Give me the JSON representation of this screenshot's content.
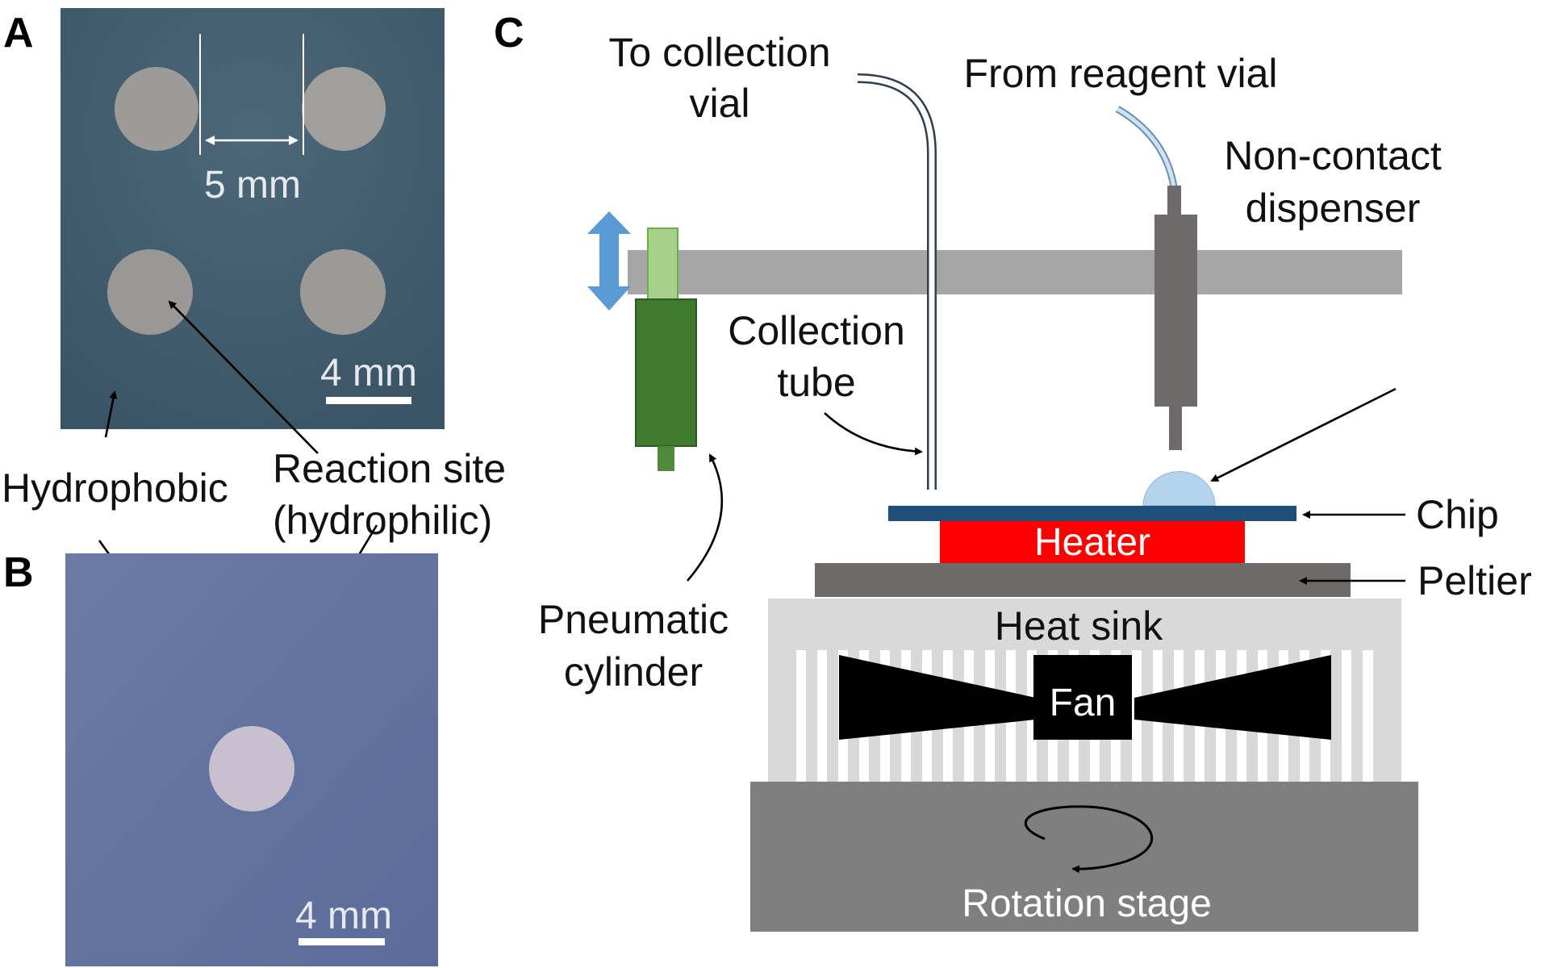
{
  "panels": {
    "a": {
      "letter": "A",
      "spacing_label": "5 mm",
      "scale_label": "4 mm",
      "photo_color": "#3f5b6e"
    },
    "b": {
      "letter": "B",
      "scale_label": "4 mm",
      "photo_color": "#5c6f9a"
    },
    "c": {
      "letter": "C"
    }
  },
  "shared_labels": {
    "hydrophobic": "Hydrophobic",
    "reaction_site_line1": "Reaction site",
    "reaction_site_line2": "(hydrophilic)"
  },
  "apparatus": {
    "to_collection_line1": "To collection",
    "to_collection_line2": "vial",
    "from_reagent": "From reagent vial",
    "dispenser_line1": "Non-contact",
    "dispenser_line2": "dispenser",
    "collection_tube_line1": "Collection",
    "collection_tube_line2": "tube",
    "pneumatic_line1": "Pneumatic",
    "pneumatic_line2": "cylinder",
    "chip": "Chip",
    "heater": "Heater",
    "peltier": "Peltier",
    "heat_sink": "Heat sink",
    "fan": "Fan",
    "rotation_stage": "Rotation stage"
  },
  "colors": {
    "chip": "#1f4e79",
    "heater": "#ff0000",
    "peltier": "#6f6a6a",
    "heat_sink": "#d9d9d9",
    "stage": "#7f7f7f",
    "cylinder_body": "#3f7a2e",
    "cylinder_rod": "#a8d08d",
    "motion_arrow": "#5b9bd5",
    "droplet": "#b4d4ee"
  }
}
